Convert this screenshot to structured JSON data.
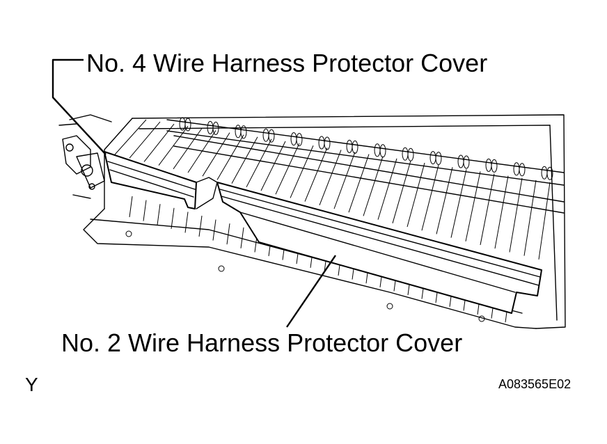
{
  "callouts": {
    "top_label": "No. 4 Wire Harness Protector Cover",
    "bottom_label": "No. 2 Wire Harness Protector Cover"
  },
  "orientation_mark": "Y",
  "figure_code": "A083565E02",
  "colors": {
    "line": "#000000",
    "background": "#ffffff"
  }
}
